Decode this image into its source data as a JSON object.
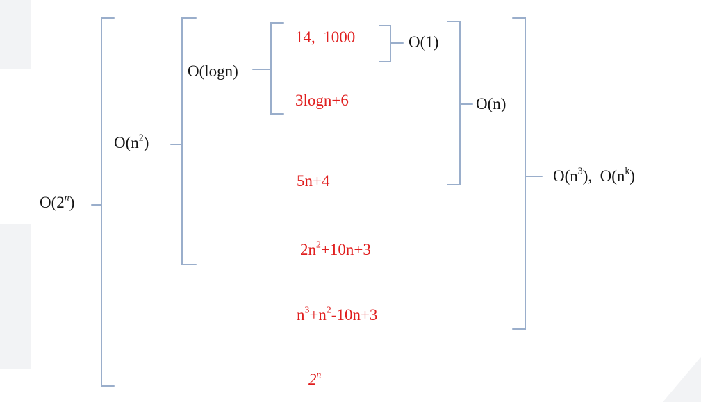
{
  "colors": {
    "bracket": "#9aaecb",
    "label": "#141414",
    "expression": "#e01f1f"
  },
  "complexity_classes": {
    "o_2n": {
      "base": "O(2",
      "exp": "n",
      "close": ")"
    },
    "o_n2": {
      "base": "O(n",
      "exp": "2",
      "close": ")"
    },
    "o_logn": "O(logn)",
    "o_1": "O(1)",
    "o_n": "O(n)",
    "o_n3_nk": {
      "p1": "O(n",
      "e1": "3",
      "p2": "),  O(n",
      "e2": "k",
      "p3": ")"
    }
  },
  "expressions": {
    "const": "14,  1000",
    "log": "3logn+6",
    "linear": "5n+4",
    "quadratic": {
      "p1": "2n",
      "e1": "2",
      "p2": "+10n+3"
    },
    "cubic": {
      "p1": "n",
      "e1": "3",
      "p2": "+n",
      "e2": "2",
      "p3": "-10n+3"
    },
    "exponential": {
      "p1": "2",
      "e1": "n"
    }
  }
}
